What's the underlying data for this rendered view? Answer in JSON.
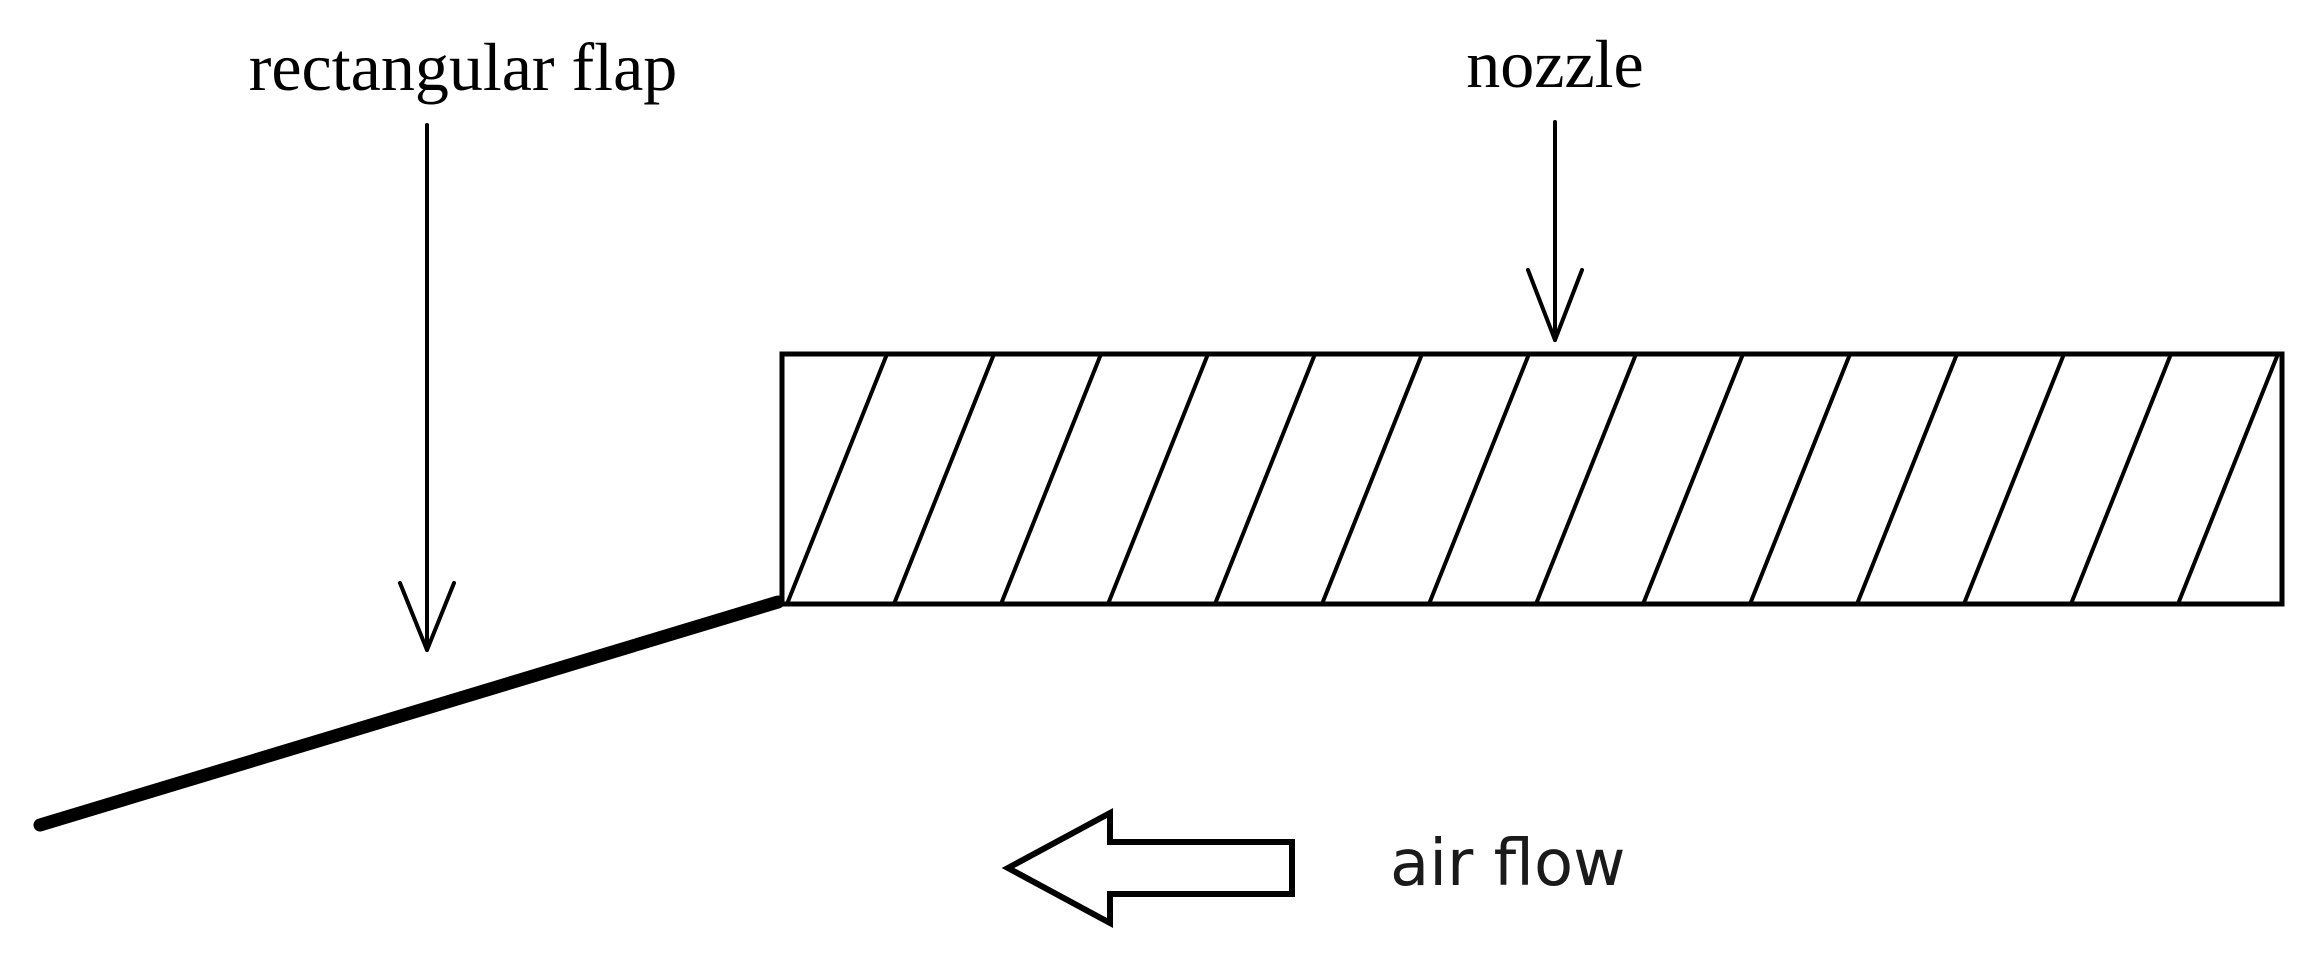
{
  "labels": {
    "flap": "rectangular flap",
    "nozzle": "nozzle",
    "flow": "air flow"
  },
  "colors": {
    "line": "#000000",
    "background": "#ffffff"
  }
}
